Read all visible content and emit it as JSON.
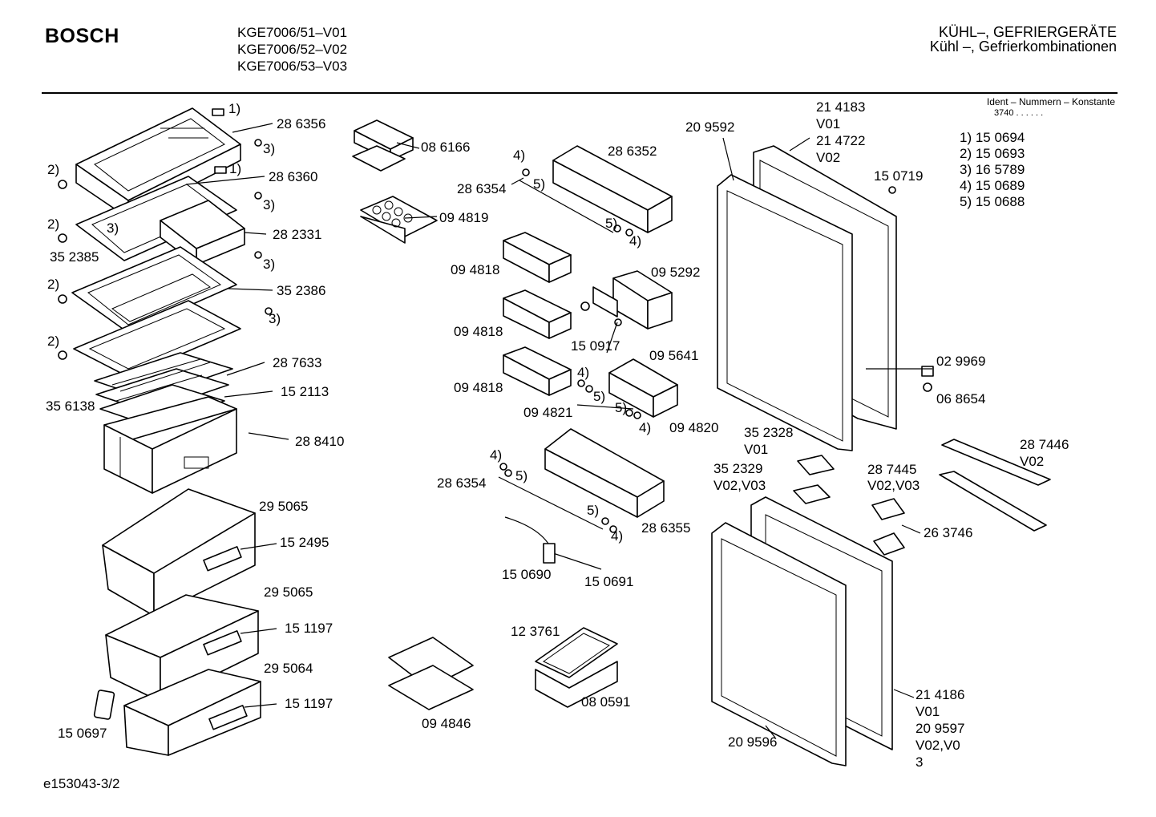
{
  "header": {
    "brand": "BOSCH",
    "models": [
      "KGE7006/51–V01",
      "KGE7006/52–V02",
      "KGE7006/53–V03"
    ],
    "title_line1": "KÜHL–, GEFRIERGERÄTE",
    "title_line2": "Kühl –, Gefrierkombinationen"
  },
  "ident": {
    "heading": "Ident – Nummern – Konstante",
    "constant": "3740 . . . . . .",
    "refs": [
      "1) 15 0694",
      "2) 15 0693",
      "3) 16 5789",
      "4) 15 0689",
      "5) 15 0688"
    ]
  },
  "labels": {
    "l286356": "28 6356",
    "l286360": "28 6360",
    "l282331": "28 2331",
    "l352385": "35 2385",
    "l352386": "35 2386",
    "l287633": "28 7633",
    "l152113": "15 2113",
    "l356138": "35 6138",
    "l288410": "28 8410",
    "l295065a": "29 5065",
    "l152495": "15 2495",
    "l295065b": "29 5065",
    "l151197a": "15 1197",
    "l295064": "29 5064",
    "l151197b": "15 1197",
    "l150697": "15 0697",
    "l086166": "08 6166",
    "l094819": "09 4819",
    "l286352": "28 6352",
    "l286354a": "28 6354",
    "l094818a": "09 4818",
    "l094818b": "09 4818",
    "l094818c": "09 4818",
    "l095292": "09 5292",
    "l150917": "15 0917",
    "l095641": "09 5641",
    "l094821": "09 4821",
    "l094820": "09 4820",
    "l286354b": "28 6354",
    "l286355": "28 6355",
    "l150690": "15 0690",
    "l150691": "15 0691",
    "l123761": "12 3761",
    "l080591": "08 0591",
    "l094846": "09 4846",
    "l209592": "20 9592",
    "l214183": "21 4183",
    "v01a": "V01",
    "l214722": "21 4722",
    "v02a": "V02",
    "l150719": "15 0719",
    "l029969": "02 9969",
    "l068654": "06 8654",
    "l352328": "35 2328",
    "v01b": "V01",
    "l352329": "35 2329",
    "v0203a": "V02,V03",
    "l287446": "28 7446",
    "v02b": "V02",
    "l287445": "28 7445",
    "v0203b": "V02,V03",
    "l263746": "26 3746",
    "l214186": "21 4186",
    "v01c": "V01",
    "l209597": "20 9597",
    "v020": "V02,V0",
    "v3": "3",
    "l209596": "20 9596",
    "n1a": "1)",
    "n1b": "1)",
    "n2a": "2)",
    "n2b": "2)",
    "n2c": "2)",
    "n2d": "2)",
    "n3a": "3)",
    "n3b": "3)",
    "n3c": "3)",
    "n3d": "3)",
    "n3e": "3)",
    "n4a": "4)",
    "n4b": "4)",
    "n4c": "4)",
    "n4d": "4)",
    "n4e": "4)",
    "n4f": "4)",
    "n5a": "5)",
    "n5b": "5)",
    "n5c": "5)",
    "n5d": "5)",
    "n5e": "5)",
    "n5f": "5)"
  },
  "footer": {
    "code": "e153043-3/2"
  }
}
